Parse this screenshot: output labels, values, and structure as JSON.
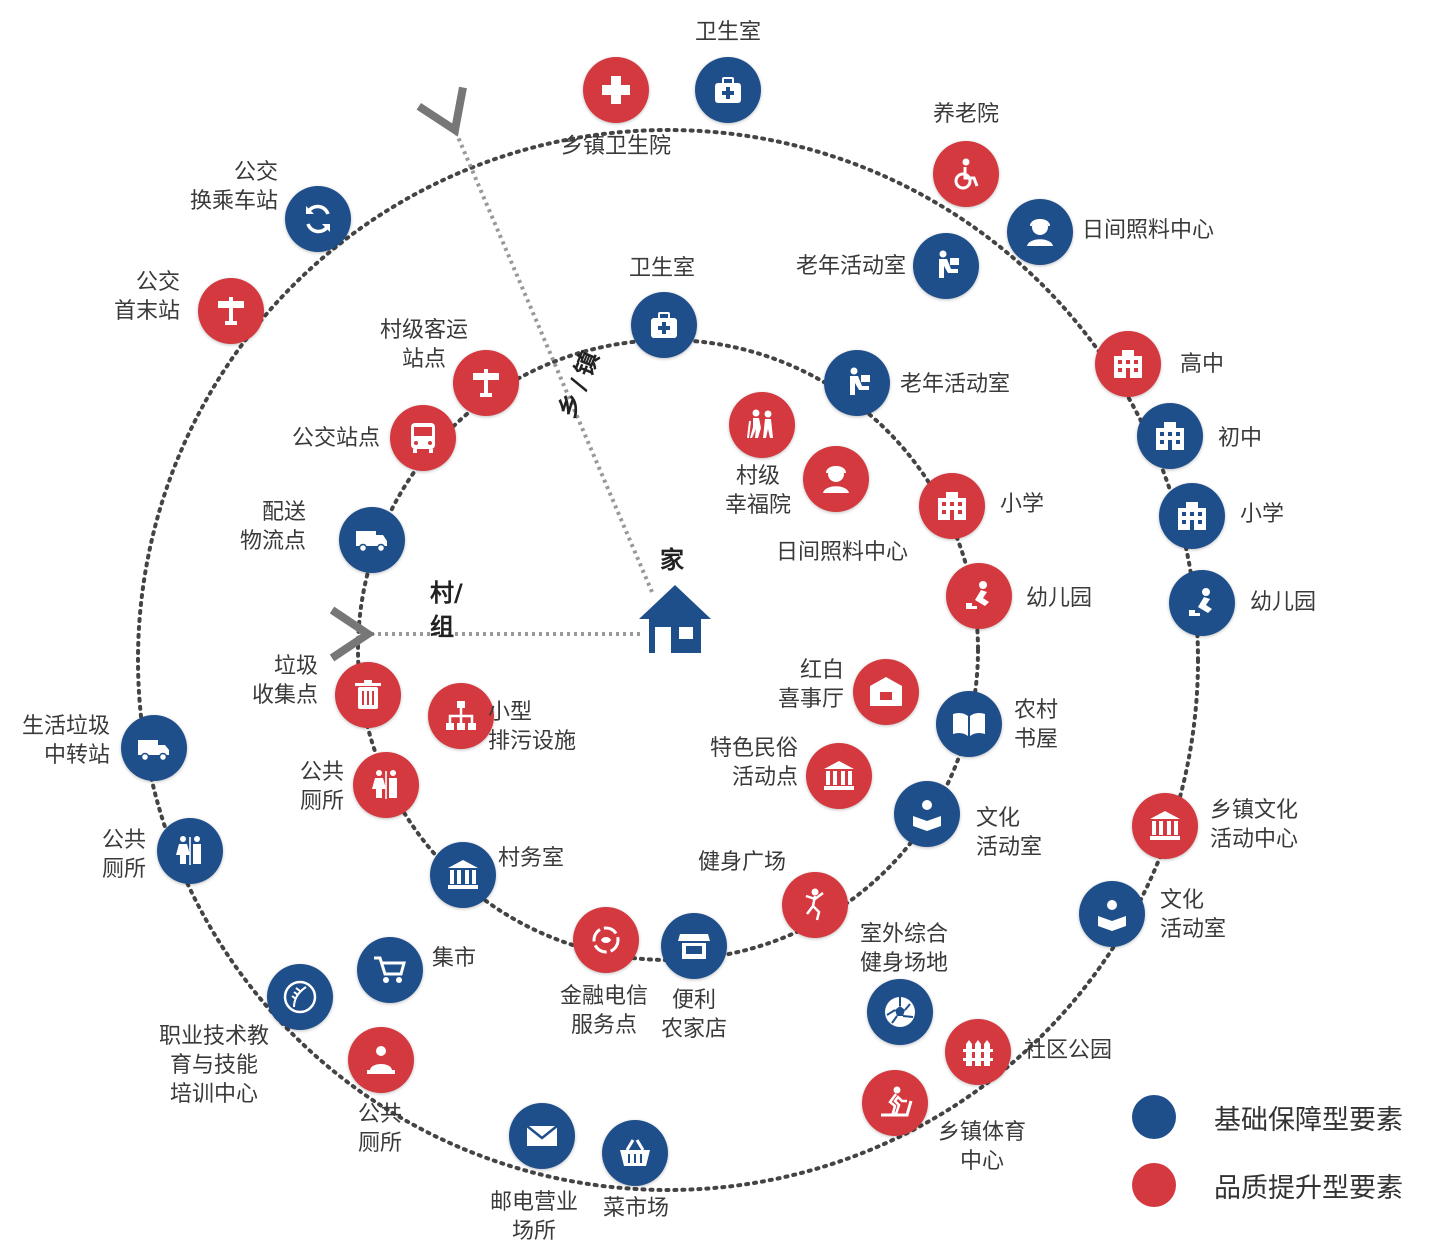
{
  "colors": {
    "blue": "#1f4f8b",
    "red": "#d3393f",
    "line": "#555555",
    "arrow": "#999999"
  },
  "center_label": "家",
  "axis_village": "村/组",
  "axis_town": "乡/镇",
  "legend": {
    "basic": "基础保障型要素",
    "quality": "品质提升型要素"
  },
  "nodes": [
    {
      "id": "n1",
      "label": "卫生室",
      "type": "basic",
      "icon": "first-aid-kit-icon"
    },
    {
      "id": "n2",
      "label": "乡镇卫生院",
      "type": "quality",
      "icon": "medical-cross-icon"
    },
    {
      "id": "n3",
      "label": "养老院",
      "type": "quality",
      "icon": "wheelchair-icon"
    },
    {
      "id": "n4",
      "label": "日间照料中心",
      "type": "basic",
      "icon": "caregiver-icon"
    },
    {
      "id": "n5",
      "label": "老年活动室",
      "type": "basic",
      "icon": "elderly-reading-icon"
    },
    {
      "id": "n6",
      "label": "高中",
      "type": "quality",
      "icon": "school-building-icon"
    },
    {
      "id": "n7",
      "label": "初中",
      "type": "basic",
      "icon": "school-building-icon"
    },
    {
      "id": "n8",
      "label": "小学",
      "type": "basic",
      "icon": "school-building-icon"
    },
    {
      "id": "n9",
      "label": "幼儿园",
      "type": "basic",
      "icon": "child-play-icon"
    },
    {
      "id": "n10",
      "label": "乡镇文化\n活动中心",
      "type": "quality",
      "icon": "museum-icon"
    },
    {
      "id": "n11",
      "label": "文化\n活动室",
      "type": "basic",
      "icon": "reader-icon"
    },
    {
      "id": "n12",
      "label": "社区公园",
      "type": "quality",
      "icon": "fence-icon"
    },
    {
      "id": "n13",
      "label": "乡镇体育\n中心",
      "type": "quality",
      "icon": "treadmill-icon"
    },
    {
      "id": "n14",
      "label": "菜市场",
      "type": "basic",
      "icon": "basket-icon"
    },
    {
      "id": "n15",
      "label": "邮电营业\n场所",
      "type": "basic",
      "icon": "envelope-icon"
    },
    {
      "id": "n16",
      "label": "公共\n厕所",
      "type": "quality",
      "icon": "service-person-icon"
    },
    {
      "id": "n17",
      "label": "职业技术教\n育与技能\n培训中心",
      "type": "basic",
      "icon": "wheat-emblem-icon"
    },
    {
      "id": "n18",
      "label": "公共\n厕所",
      "type": "basic",
      "icon": "restroom-icon"
    },
    {
      "id": "n19",
      "label": "生活垃圾\n中转站",
      "type": "basic",
      "icon": "garbage-truck-icon"
    },
    {
      "id": "n20",
      "label": "公交\n首末站",
      "type": "quality",
      "icon": "bus-stop-sign-icon"
    },
    {
      "id": "n21",
      "label": "公交\n换乘车站",
      "type": "basic",
      "icon": "refresh-arrows-icon"
    },
    {
      "id": "n22",
      "label": "卫生室",
      "type": "basic",
      "icon": "first-aid-kit-icon"
    },
    {
      "id": "n23",
      "label": "老年活动室",
      "type": "basic",
      "icon": "elderly-reading-icon"
    },
    {
      "id": "n24",
      "label": "小学",
      "type": "quality",
      "icon": "school-building-icon"
    },
    {
      "id": "n25",
      "label": "幼儿园",
      "type": "quality",
      "icon": "child-play-icon"
    },
    {
      "id": "n26",
      "label": "农村\n书屋",
      "type": "basic",
      "icon": "open-book-icon"
    },
    {
      "id": "n27",
      "label": "文化\n活动室",
      "type": "basic",
      "icon": "reader-icon"
    },
    {
      "id": "n28",
      "label": "健身广场",
      "type": "quality",
      "icon": "dancer-icon"
    },
    {
      "id": "n29",
      "label": "便利\n农家店",
      "type": "basic",
      "icon": "storefront-icon"
    },
    {
      "id": "n30",
      "label": "金融电信\n服务点",
      "type": "quality",
      "icon": "finance-cycle-icon"
    },
    {
      "id": "n31",
      "label": "村务室",
      "type": "basic",
      "icon": "museum-icon"
    },
    {
      "id": "n32",
      "label": "公共\n厕所",
      "type": "quality",
      "icon": "restroom-icon"
    },
    {
      "id": "n33",
      "label": "垃圾\n收集点",
      "type": "quality",
      "icon": "trash-can-icon"
    },
    {
      "id": "n34",
      "label": "配送\n物流点",
      "type": "basic",
      "icon": "delivery-truck-icon"
    },
    {
      "id": "n35",
      "label": "公交站点",
      "type": "quality",
      "icon": "bus-icon"
    },
    {
      "id": "n36",
      "label": "村级客运\n站点",
      "type": "quality",
      "icon": "bus-stop-sign-icon"
    },
    {
      "id": "n37",
      "label": "村级\n幸福院",
      "type": "quality",
      "icon": "elderly-couple-icon"
    },
    {
      "id": "n38",
      "label": "日间照料中心",
      "type": "quality",
      "icon": "caregiver-icon"
    },
    {
      "id": "n39",
      "label": "红白\n喜事厅",
      "type": "quality",
      "icon": "banquet-hall-icon"
    },
    {
      "id": "n40",
      "label": "特色民俗\n活动点",
      "type": "quality",
      "icon": "museum-icon"
    },
    {
      "id": "n41",
      "label": "小型\n排污设施",
      "type": "quality",
      "icon": "org-chart-icon"
    },
    {
      "id": "n42",
      "label": "集市",
      "type": "basic",
      "icon": "shopping-cart-icon"
    },
    {
      "id": "n43",
      "label": "室外综合\n健身场地",
      "type": "basic",
      "icon": "soccer-ball-icon"
    }
  ]
}
